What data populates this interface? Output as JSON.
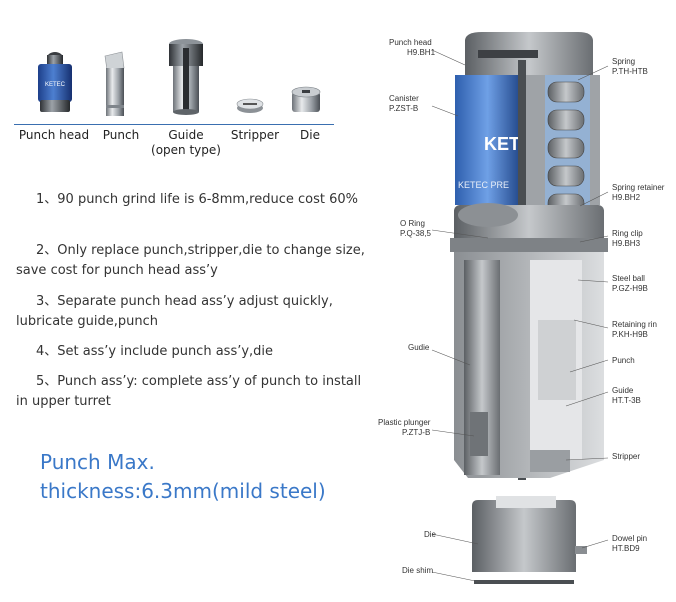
{
  "parts": [
    {
      "label": "Punch head"
    },
    {
      "label": "Punch"
    },
    {
      "label": "Guide\n(open type)"
    },
    {
      "label": "Stripper"
    },
    {
      "label": "Die"
    }
  ],
  "brand_small": "KETEC",
  "features": [
    "1、90 punch grind life is 6-8mm,reduce cost 60%",
    "2、Only replace punch,stripper,die to change size, save cost for punch head ass’y",
    "3、Separate punch head ass’y adjust quickly, lubricate guide,punch",
    "4、Set ass’y include punch ass’y,die",
    "5、Punch ass’y: complete ass’y of punch to install in upper turret"
  ],
  "highlight": {
    "line1": "Punch Max.",
    "line2": "thickness:6.3mm(mild steel)"
  },
  "diagram": {
    "canister_text1": "KET",
    "canister_text2": "KETEC PRE",
    "left_callouts": [
      {
        "name": "Punch head",
        "code": "H9.BH1"
      },
      {
        "name": "Canister",
        "code": "P.ZST-B"
      },
      {
        "name": "O Ring",
        "code": "P.Q-38,5"
      },
      {
        "name": "Gudie",
        "code": ""
      },
      {
        "name": "Plastic plunger",
        "code": "P.ZTJ-B"
      },
      {
        "name": "Die",
        "code": ""
      },
      {
        "name": "Die shim",
        "code": ""
      }
    ],
    "right_callouts": [
      {
        "name": "Spring",
        "code": "P.TH-HTB"
      },
      {
        "name": "Spring retainer",
        "code": "H9.BH2"
      },
      {
        "name": "Ring clip",
        "code": "H9.BH3"
      },
      {
        "name": "Steel ball",
        "code": "P.GZ-H9B"
      },
      {
        "name": "Retaining rin",
        "code": "P.KH-H9B"
      },
      {
        "name": "Punch",
        "code": ""
      },
      {
        "name": "Guide",
        "code": "HT.T-3B"
      },
      {
        "name": "Stripper",
        "code": ""
      },
      {
        "name": "Dowel pin",
        "code": "HT.BD9"
      }
    ]
  }
}
